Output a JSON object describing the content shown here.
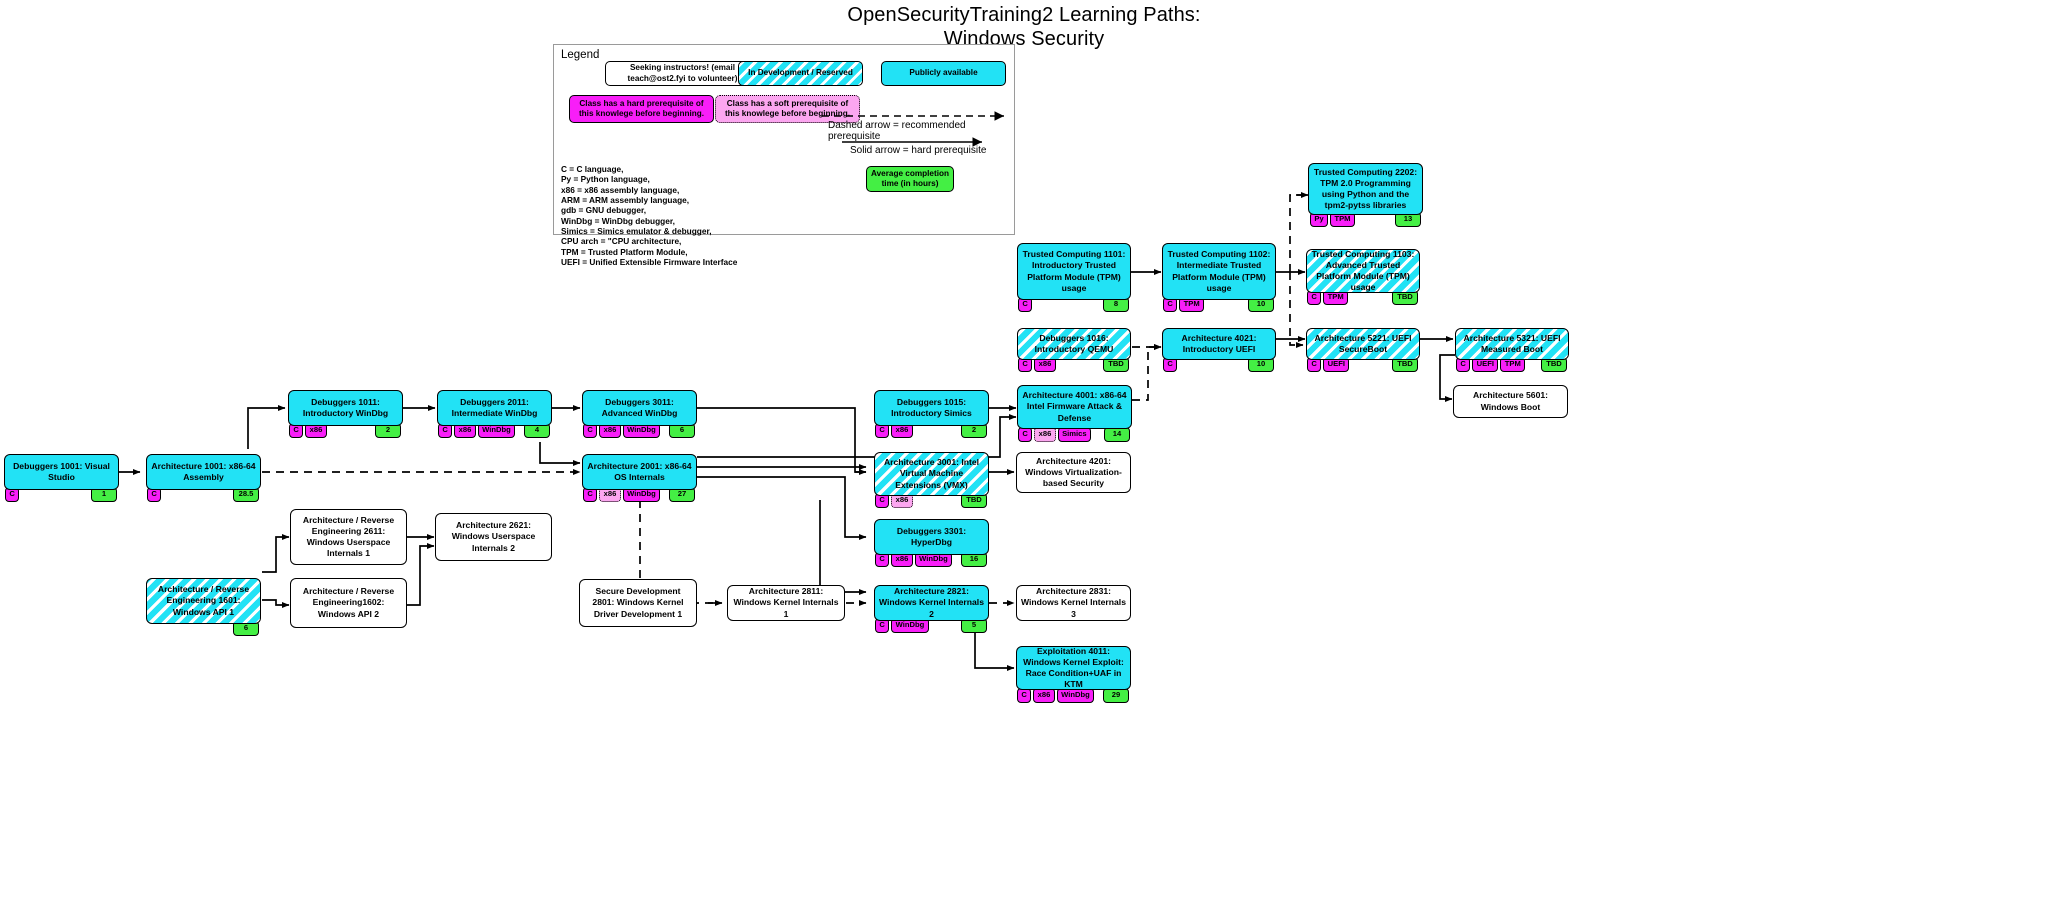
{
  "title": {
    "line1": "OpenSecurityTraining2 Learning Paths:",
    "line2": "Windows Security"
  },
  "legend": {
    "heading": "Legend",
    "seeking": "Seeking instructors! (email teach@ost2.fyi to volunteer)",
    "in_development": "In Development / Reserved",
    "publicly_available": "Publicly available",
    "hard_prereq": "Class has a hard prerequisite of this knowlege before beginning.",
    "soft_prereq": "Class has a soft prerequisite of this knowlege before beginning.",
    "dashed_arrow": "Dashed arrow = recommended prerequisite",
    "solid_arrow": "Solid arrow = hard prerequisite",
    "avg_time": "Average completion time (in hours)",
    "abbreviations": "C = C language,\nPy = Python language,\nx86 = x86 assembly language,\nARM = ARM assembly language,\ngdb = GNU debugger,\nWinDbg = WinDbg debugger,\nSimics = Simics emulator & debugger,\nCPU arch = \"CPU architecture,\nTPM = Trusted Platform Module,\nUEFI = Unified Extensible Firmware Interface"
  },
  "colors": {
    "cyan": "#22e2f5",
    "hard_prereq": "#f81ef8",
    "soft_prereq": "#fca6f0",
    "hours": "#44ef44",
    "white": "#ffffff",
    "outline": "#000000"
  },
  "nodes": [
    {
      "id": "tc2202",
      "label": "Trusted Computing 2202: TPM 2.0 Programming using Python and the tpm2-pytss libraries",
      "style": "cyan",
      "tags": [
        {
          "text": "Py",
          "kind": "hard"
        },
        {
          "text": "TPM",
          "kind": "hard"
        }
      ],
      "hours": "13"
    },
    {
      "id": "tc1101",
      "label": "Trusted Computing 1101: Introductory Trusted Platform Module (TPM) usage",
      "style": "cyan",
      "tags": [
        {
          "text": "C",
          "kind": "hard"
        }
      ],
      "hours": "8"
    },
    {
      "id": "tc1102",
      "label": "Trusted Computing 1102: Intermediate Trusted Platform Module (TPM) usage",
      "style": "cyan",
      "tags": [
        {
          "text": "C",
          "kind": "hard"
        },
        {
          "text": "TPM",
          "kind": "hard"
        }
      ],
      "hours": "10"
    },
    {
      "id": "tc1103",
      "label": "Trusted Computing 1103: Advanced Trusted Platform Module (TPM) usage",
      "style": "hatch",
      "tags": [
        {
          "text": "C",
          "kind": "hard"
        },
        {
          "text": "TPM",
          "kind": "hard"
        }
      ],
      "hours": "TBD"
    },
    {
      "id": "dbg1016",
      "label": "Debuggers 1016: Introductory QEMU",
      "style": "hatch",
      "tags": [
        {
          "text": "C",
          "kind": "hard"
        },
        {
          "text": "x86",
          "kind": "hard"
        }
      ],
      "hours": "TBD"
    },
    {
      "id": "arch4021",
      "label": "Architecture 4021: Introductory UEFI",
      "style": "cyan",
      "tags": [
        {
          "text": "C",
          "kind": "hard"
        }
      ],
      "hours": "10"
    },
    {
      "id": "arch5221",
      "label": "Architecture 5221: UEFI SecureBoot",
      "style": "hatch",
      "tags": [
        {
          "text": "C",
          "kind": "hard"
        },
        {
          "text": "UEFI",
          "kind": "hard"
        }
      ],
      "hours": "TBD"
    },
    {
      "id": "arch5321",
      "label": "Architecture 5321: UEFI Measured Boot",
      "style": "hatch",
      "tags": [
        {
          "text": "C",
          "kind": "hard"
        },
        {
          "text": "UEFI",
          "kind": "hard"
        },
        {
          "text": "TPM",
          "kind": "hard"
        }
      ],
      "hours": "TBD"
    },
    {
      "id": "arch5601",
      "label": "Architecture 5601: Windows Boot",
      "style": "white",
      "tags": [],
      "hours": ""
    },
    {
      "id": "dbg1011",
      "label": "Debuggers 1011: Introductory WinDbg",
      "style": "cyan",
      "tags": [
        {
          "text": "C",
          "kind": "hard"
        },
        {
          "text": "x86",
          "kind": "hard"
        }
      ],
      "hours": "2"
    },
    {
      "id": "dbg2011",
      "label": "Debuggers 2011: Intermediate WinDbg",
      "style": "cyan",
      "tags": [
        {
          "text": "C",
          "kind": "hard"
        },
        {
          "text": "x86",
          "kind": "hard"
        },
        {
          "text": "WinDbg",
          "kind": "hard"
        }
      ],
      "hours": "4"
    },
    {
      "id": "dbg3011",
      "label": "Debuggers 3011: Advanced WinDbg",
      "style": "cyan",
      "tags": [
        {
          "text": "C",
          "kind": "hard"
        },
        {
          "text": "x86",
          "kind": "hard"
        },
        {
          "text": "WinDbg",
          "kind": "hard"
        }
      ],
      "hours": "6"
    },
    {
      "id": "dbg1015",
      "label": "Debuggers 1015: Introductory Simics",
      "style": "cyan",
      "tags": [
        {
          "text": "C",
          "kind": "hard"
        },
        {
          "text": "x86",
          "kind": "hard"
        }
      ],
      "hours": "2"
    },
    {
      "id": "arch4001",
      "label": "Architecture 4001: x86-64 Intel Firmware Attack & Defense",
      "style": "cyan",
      "tags": [
        {
          "text": "C",
          "kind": "hard"
        },
        {
          "text": "x86",
          "kind": "soft"
        },
        {
          "text": "Simics",
          "kind": "hard"
        }
      ],
      "hours": "14"
    },
    {
      "id": "dbg1001",
      "label": "Debuggers 1001: Visual Studio",
      "style": "cyan",
      "tags": [
        {
          "text": "C",
          "kind": "hard"
        }
      ],
      "hours": "1"
    },
    {
      "id": "arch1001",
      "label": "Architecture 1001: x86-64 Assembly",
      "style": "cyan",
      "tags": [
        {
          "text": "C",
          "kind": "hard"
        }
      ],
      "hours": "28.5"
    },
    {
      "id": "arch2001",
      "label": "Architecture 2001: x86-64 OS Internals",
      "style": "cyan",
      "tags": [
        {
          "text": "C",
          "kind": "hard"
        },
        {
          "text": "x86",
          "kind": "soft"
        },
        {
          "text": "WinDbg",
          "kind": "hard"
        }
      ],
      "hours": "27"
    },
    {
      "id": "arch3001",
      "label": "Architecture 3001: Intel Virtual Machine Extensions (VMX)",
      "style": "hatch",
      "tags": [
        {
          "text": "C",
          "kind": "hard"
        },
        {
          "text": "x86",
          "kind": "soft"
        }
      ],
      "hours": "TBD"
    },
    {
      "id": "arch4201",
      "label": "Architecture 4201: Windows Virtualization-based Security",
      "style": "white",
      "tags": [],
      "hours": ""
    },
    {
      "id": "dbg3301",
      "label": "Debuggers 3301: HyperDbg",
      "style": "cyan",
      "tags": [
        {
          "text": "C",
          "kind": "hard"
        },
        {
          "text": "x86",
          "kind": "hard"
        },
        {
          "text": "WinDbg",
          "kind": "hard"
        }
      ],
      "hours": "16"
    },
    {
      "id": "are2611",
      "label": "Architecture / Reverse Engineering 2611: Windows Userspace Internals 1",
      "style": "white",
      "tags": [],
      "hours": ""
    },
    {
      "id": "are2621",
      "label": "Architecture 2621: Windows Userspace Internals 2",
      "style": "white",
      "tags": [],
      "hours": ""
    },
    {
      "id": "are1601",
      "label": "Architecture / Reverse Engineering 1601: Windows API 1",
      "style": "hatch",
      "tags": [],
      "hours": "6"
    },
    {
      "id": "are1602",
      "label": "Architecture / Reverse Engineering1602: Windows API 2",
      "style": "white",
      "tags": [],
      "hours": ""
    },
    {
      "id": "sd2801",
      "label": "Secure Development 2801: Windows Kernel Driver Development 1",
      "style": "white",
      "tags": [],
      "hours": ""
    },
    {
      "id": "arch2811",
      "label": "Architecture 2811: Windows Kernel Internals 1",
      "style": "white",
      "tags": [],
      "hours": ""
    },
    {
      "id": "arch2821",
      "label": "Architecture 2821: Windows Kernel Internals 2",
      "style": "cyan",
      "tags": [
        {
          "text": "C",
          "kind": "hard"
        },
        {
          "text": "WinDbg",
          "kind": "hard"
        }
      ],
      "hours": "5"
    },
    {
      "id": "arch2831",
      "label": "Architecture 2831: Windows Kernel Internals 3",
      "style": "white",
      "tags": [],
      "hours": ""
    },
    {
      "id": "exp4011",
      "label": "Exploitation 4011: Windows Kernel Exploit: Race Condition+UAF in KTM",
      "style": "cyan",
      "tags": [
        {
          "text": "C",
          "kind": "hard"
        },
        {
          "text": "x86",
          "kind": "hard"
        },
        {
          "text": "WinDbg",
          "kind": "hard"
        }
      ],
      "hours": "29"
    }
  ]
}
